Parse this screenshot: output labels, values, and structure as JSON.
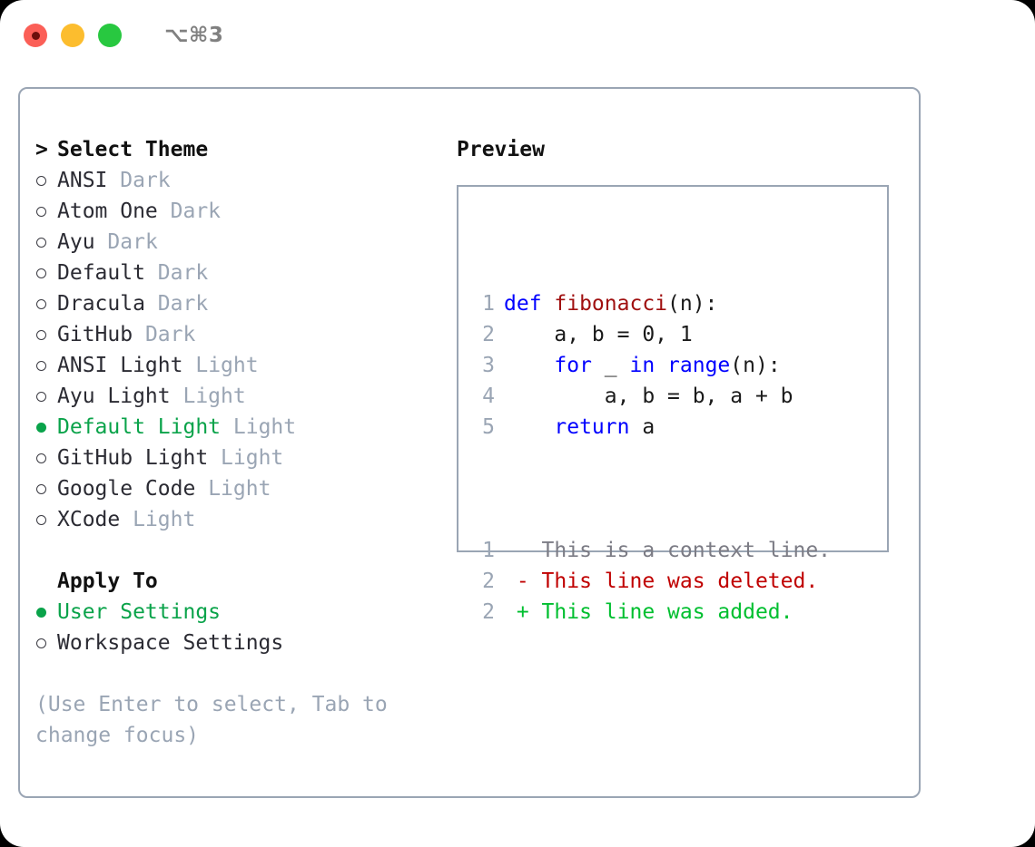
{
  "window": {
    "shortcut_label": "⌥⌘3",
    "traffic_lights": [
      {
        "name": "close",
        "color": "#fb5f57"
      },
      {
        "name": "minimize",
        "color": "#fcbd2e"
      },
      {
        "name": "maximize",
        "color": "#28c840"
      }
    ]
  },
  "colors": {
    "accent_green": "#0aa34a",
    "muted": "#9aa5b4",
    "text": "#2b2b33",
    "keyword_blue": "#0000ff",
    "function_red": "#a01010",
    "diff_add": "#00bf2f",
    "diff_del": "#c00000",
    "border": "#9aa5b4"
  },
  "theme_list": {
    "header_marker": ">",
    "header_label": "Select Theme",
    "items": [
      {
        "marker": "o",
        "selected": false,
        "name": "ANSI",
        "kind": "Dark"
      },
      {
        "marker": "o",
        "selected": false,
        "name": "Atom One",
        "kind": "Dark"
      },
      {
        "marker": "o",
        "selected": false,
        "name": "Ayu",
        "kind": "Dark"
      },
      {
        "marker": "o",
        "selected": false,
        "name": "Default",
        "kind": "Dark"
      },
      {
        "marker": "o",
        "selected": false,
        "name": "Dracula",
        "kind": "Dark"
      },
      {
        "marker": "o",
        "selected": false,
        "name": "GitHub",
        "kind": "Dark"
      },
      {
        "marker": "o",
        "selected": false,
        "name": "ANSI Light",
        "kind": "Light"
      },
      {
        "marker": "o",
        "selected": false,
        "name": "Ayu Light",
        "kind": "Light"
      },
      {
        "marker": "●",
        "selected": true,
        "name": "Default Light",
        "kind": "Light"
      },
      {
        "marker": "o",
        "selected": false,
        "name": "GitHub Light",
        "kind": "Light"
      },
      {
        "marker": "o",
        "selected": false,
        "name": "Google Code",
        "kind": "Light"
      },
      {
        "marker": "o",
        "selected": false,
        "name": "XCode",
        "kind": "Light"
      }
    ]
  },
  "apply_to": {
    "header_label": "Apply To",
    "options": [
      {
        "marker": "●",
        "selected": true,
        "label": "User Settings"
      },
      {
        "marker": "o",
        "selected": false,
        "label": "Workspace Settings"
      }
    ]
  },
  "hint": {
    "text": "(Use Enter to select, Tab to change focus)"
  },
  "preview": {
    "title": "Preview",
    "code_lines": [
      {
        "num": "1",
        "tokens": [
          {
            "t": "def ",
            "c": "kw"
          },
          {
            "t": "fibonacci",
            "c": "fn"
          },
          {
            "t": "(n):",
            "c": "plain"
          }
        ]
      },
      {
        "num": "2",
        "tokens": [
          {
            "t": "    a, b = 0, 1",
            "c": "plain"
          }
        ]
      },
      {
        "num": "3",
        "tokens": [
          {
            "t": "    ",
            "c": "plain"
          },
          {
            "t": "for",
            "c": "kw"
          },
          {
            "t": " _ ",
            "c": "plain"
          },
          {
            "t": "in",
            "c": "kw"
          },
          {
            "t": " ",
            "c": "plain"
          },
          {
            "t": "range",
            "c": "kw"
          },
          {
            "t": "(n):",
            "c": "plain"
          }
        ]
      },
      {
        "num": "4",
        "tokens": [
          {
            "t": "        a, b = b, a + b",
            "c": "plain"
          }
        ]
      },
      {
        "num": "5",
        "tokens": [
          {
            "t": "    ",
            "c": "plain"
          },
          {
            "t": "return",
            "c": "kw"
          },
          {
            "t": " a",
            "c": "plain"
          }
        ]
      }
    ],
    "diff_lines": [
      {
        "num": "1",
        "sign": " ",
        "text": " This is a context line.",
        "kind": "ctx"
      },
      {
        "num": "2",
        "sign": "-",
        "text": " This line was deleted.",
        "kind": "del"
      },
      {
        "num": "2",
        "sign": "+",
        "text": " This line was added.",
        "kind": "add"
      }
    ]
  }
}
